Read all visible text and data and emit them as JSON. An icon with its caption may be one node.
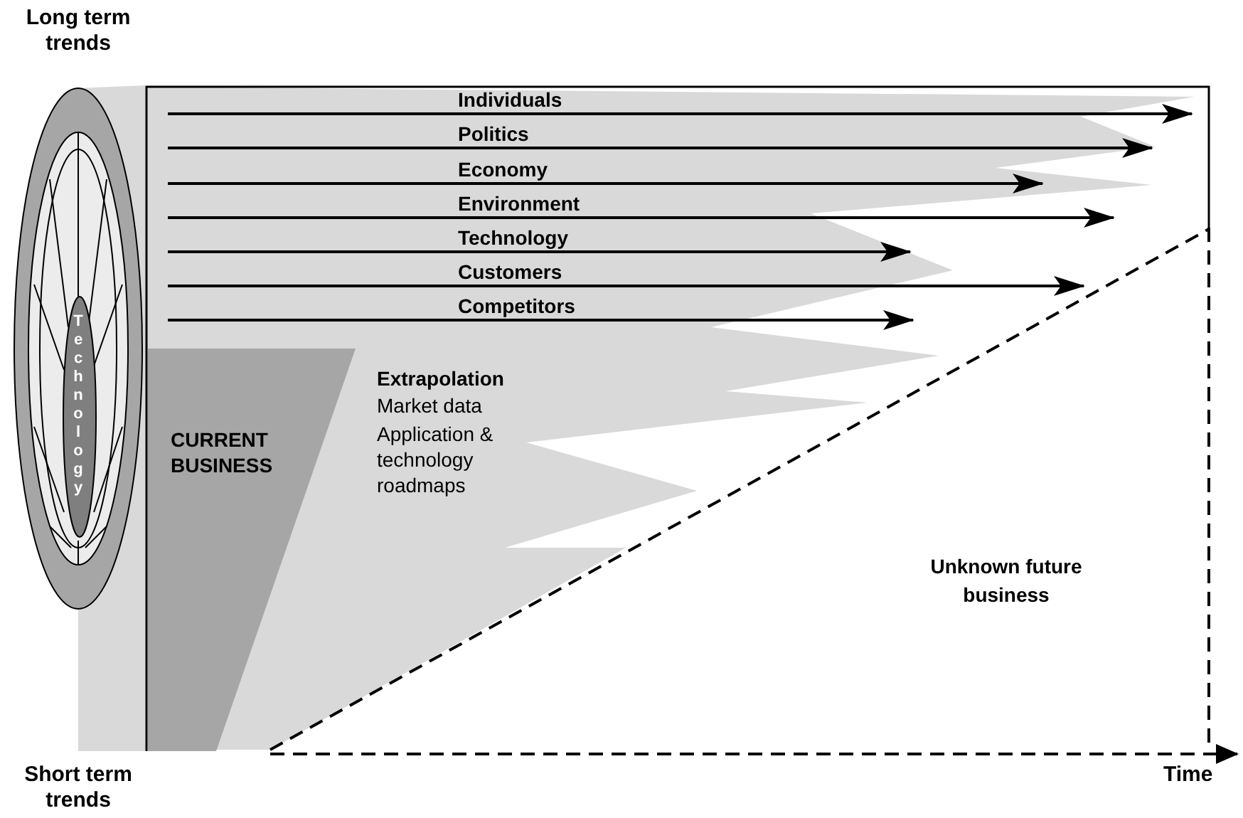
{
  "diagram": {
    "nodes": [
      {
        "text": [
          "Technology"
        ]
      },
      {
        "text": [
          "CURRENT BUSINESS"
        ],
        "in": 2
      },
      {
        "text": [
          "Extrapolation",
          "Market data",
          "Application & technology roadmaps"
        ]
      }
    ],
    "edges": [],
    "labels": [
      "Long term trends",
      "Individuals",
      "Politics",
      "Economy",
      "Environment",
      "Technology",
      "Customers",
      "Competitors",
      "Unknown future business",
      "Short term trends",
      "Time"
    ]
  }
}
